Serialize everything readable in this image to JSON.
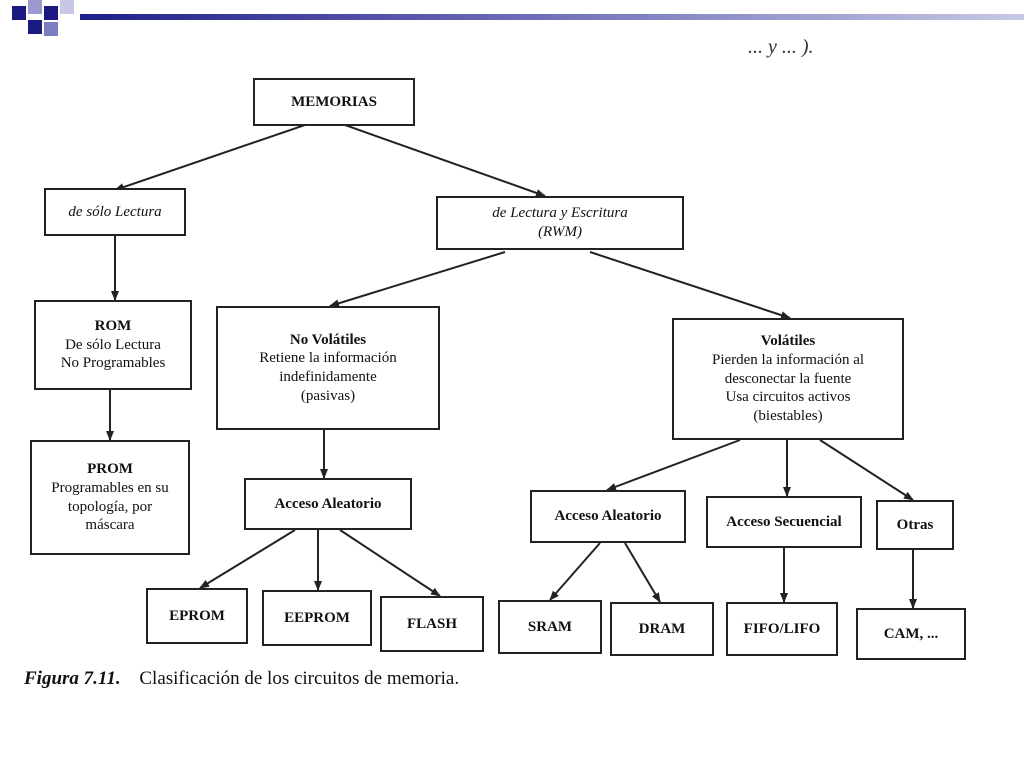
{
  "slide": {
    "top_fragment": "... y ... ).",
    "accent_colors": [
      "#1a1a80",
      "#7c7cc0",
      "#c8c8e6"
    ]
  },
  "diagram": {
    "root": {
      "title": "MEMORIAS"
    },
    "read_only": {
      "title": "de sólo Lectura"
    },
    "read_write": {
      "title": "de Lectura y Escritura",
      "subtitle": "(RWM)"
    },
    "rom": {
      "title": "ROM",
      "line1": "De sólo Lectura",
      "line2": "No Programables"
    },
    "prom": {
      "title": "PROM",
      "line1": "Programables en su",
      "line2": "topología, por",
      "line3": "máscara"
    },
    "non_volatile": {
      "title": "No Volátiles",
      "line1": "Retiene la información",
      "line2": "indefinidamente",
      "line3": "(pasivas)"
    },
    "volatile": {
      "title": "Volátiles",
      "line1": "Pierden la información al",
      "line2": "desconectar la fuente",
      "line3": "Usa circuitos activos",
      "line4": "(biestables)"
    },
    "nv_random_access": {
      "title": "Acceso Aleatorio"
    },
    "v_random_access": {
      "title": "Acceso Aleatorio"
    },
    "sequential_access": {
      "title": "Acceso Secuencial"
    },
    "others": {
      "title": "Otras"
    },
    "eprom": {
      "title": "EPROM"
    },
    "eeprom": {
      "title": "EEPROM"
    },
    "flash": {
      "title": "FLASH"
    },
    "sram": {
      "title": "SRAM"
    },
    "dram": {
      "title": "DRAM"
    },
    "fifo_lifo": {
      "title": "FIFO/LIFO"
    },
    "cam": {
      "title": "CAM, ..."
    }
  },
  "caption": {
    "figure_label": "Figura 7.11.",
    "text": "Clasificación de los circuitos de memoria."
  }
}
